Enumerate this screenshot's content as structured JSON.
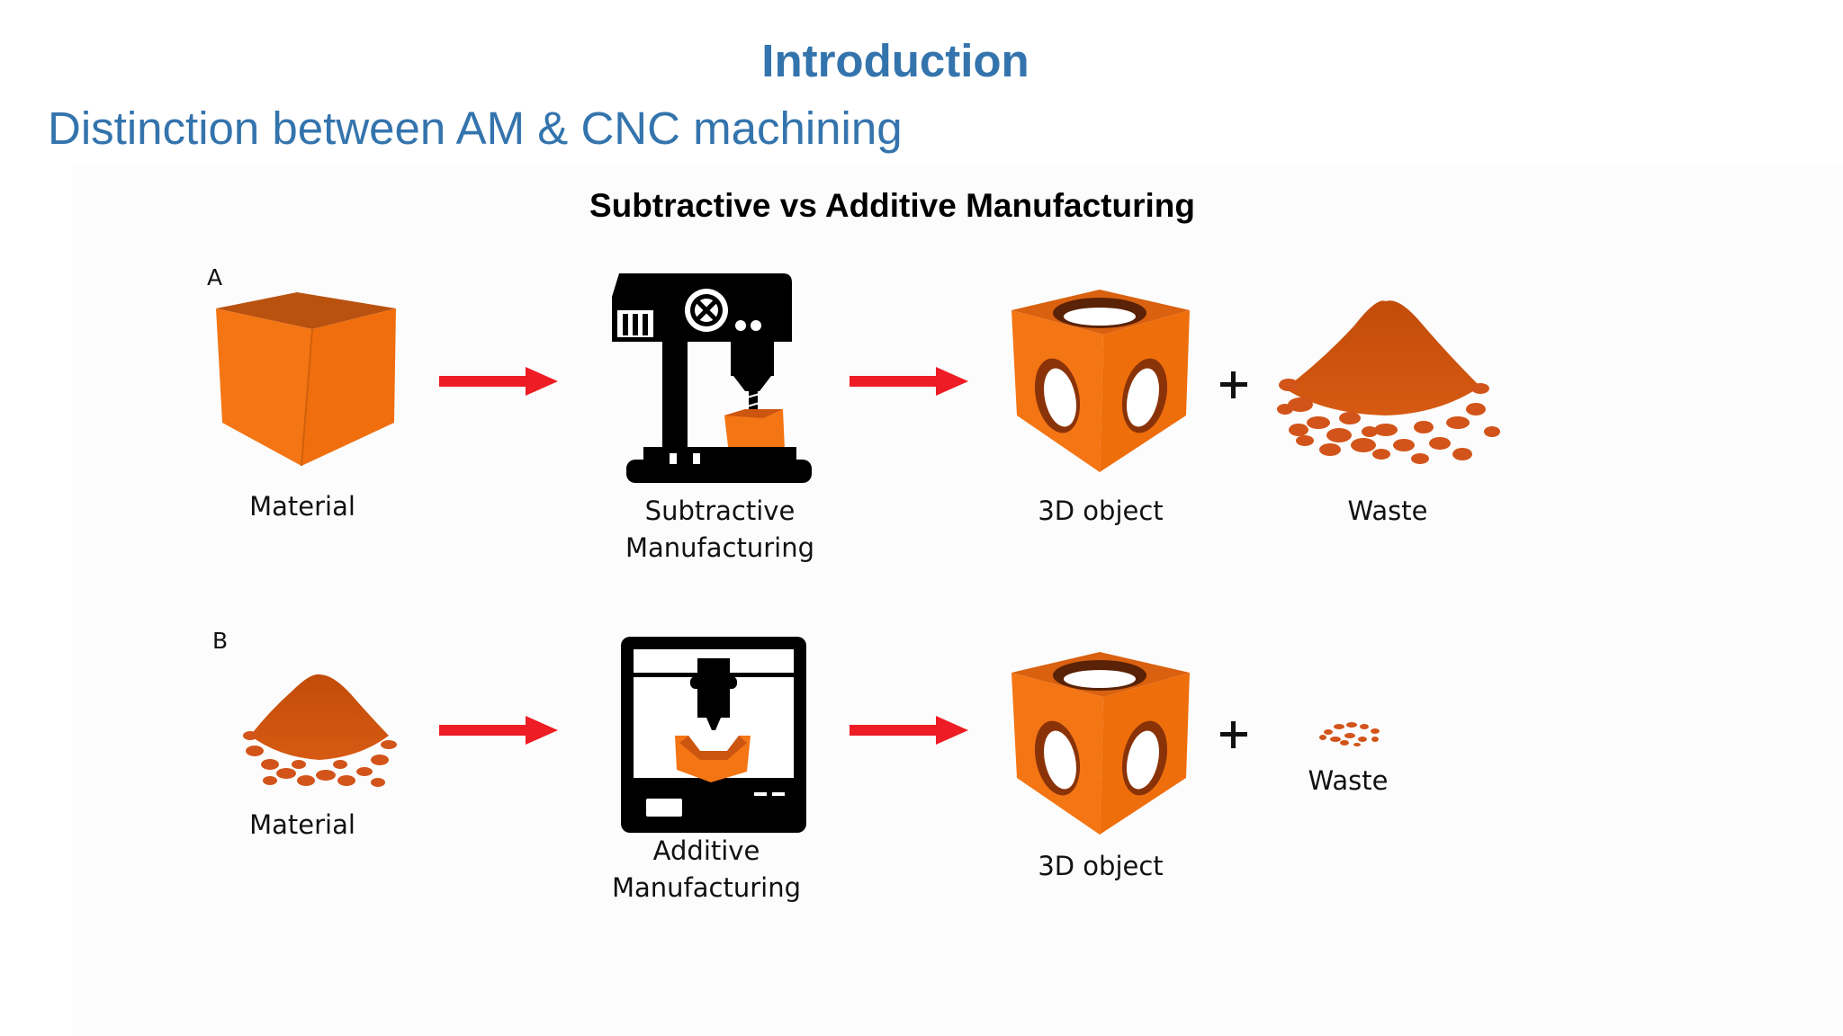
{
  "header": {
    "title": "Introduction",
    "subtitle": "Distinction between AM & CNC machining"
  },
  "figure": {
    "title": "Subtractive vs Additive Manufacturing",
    "row_a": {
      "panel_letter": "A",
      "material_label": "Material",
      "process_label_line1": "Subtractive",
      "process_label_line2": "Manufacturing",
      "object_label": "3D object",
      "plus_sign": "+",
      "waste_label": "Waste"
    },
    "row_b": {
      "panel_letter": "B",
      "material_label": "Material",
      "process_label_line1": "Additive",
      "process_label_line2": "Manufacturing",
      "object_label": "3D object",
      "plus_sign": "+",
      "waste_label": "Waste"
    }
  },
  "icons": {
    "row_a": [
      "material-cube-icon",
      "arrow-right-icon",
      "cnc-mill-icon",
      "arrow-right-icon",
      "hollow-cube-icon",
      "plus-icon",
      "waste-pile-large-icon"
    ],
    "row_b": [
      "powder-pile-icon",
      "arrow-right-icon",
      "3d-printer-icon",
      "arrow-right-icon",
      "hollow-cube-icon",
      "plus-icon",
      "waste-pile-small-icon"
    ]
  },
  "colors": {
    "heading_blue": "#3474ad",
    "material_orange": "#f47514",
    "powder_brown": "#cc4e0c",
    "arrow_red": "#ee1c24",
    "machine_black": "#000000"
  }
}
